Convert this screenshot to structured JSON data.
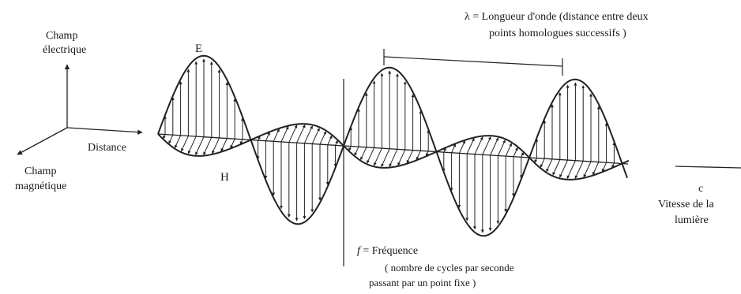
{
  "axes": {
    "electric_field_line1": "Champ",
    "electric_field_line2": "électrique",
    "distance": "Distance",
    "magnetic_field_line1": "Champ",
    "magnetic_field_line2": "magnétique"
  },
  "waves": {
    "electric_label": "E",
    "magnetic_label": "H"
  },
  "wavelength": {
    "line1": "λ =  Longueur d'onde (distance entre deux",
    "line2": "points homologues successifs )"
  },
  "frequency": {
    "symbol": "f",
    "line1": " =  Fréquence",
    "line2": "( nombre de cycles par seconde",
    "line3": "passant par un point fixe )"
  },
  "speed": {
    "symbol": "c",
    "line1": "Vitesse de la",
    "line2": "lumière"
  }
}
